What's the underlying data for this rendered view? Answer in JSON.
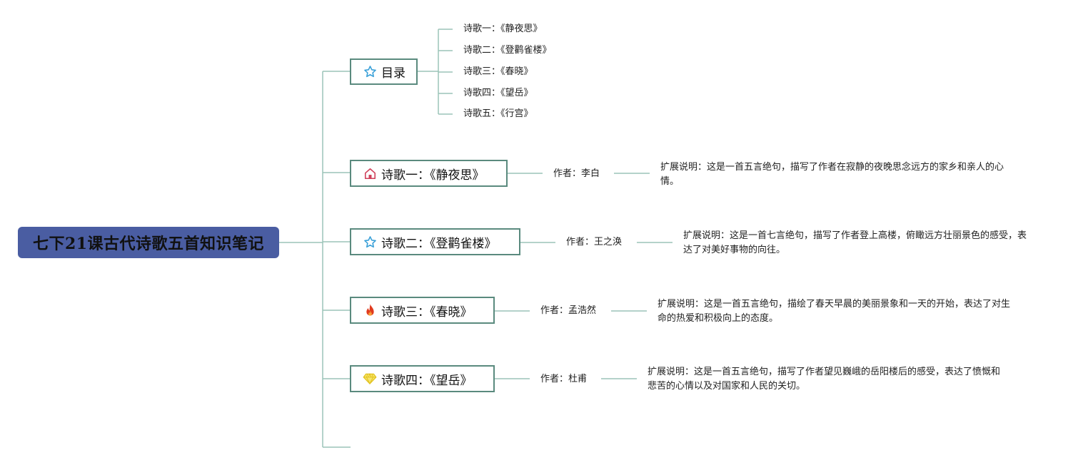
{
  "root": {
    "title": "七下21课古代诗歌五首知识笔记"
  },
  "branches": [
    {
      "label": "目录",
      "icon": "star-icon",
      "items": [
        "诗歌一：《静夜思》",
        "诗歌二：《登鹳雀楼》",
        "诗歌三：《春晓》",
        "诗歌四：《望岳》",
        "诗歌五：《行宫》"
      ]
    },
    {
      "label": "诗歌一：《静夜思》",
      "icon": "house-icon",
      "author": "作者：李白",
      "description": "扩展说明：这是一首五言绝句，描写了作者在寂静的夜晚思念远方的家乡和亲人的心情。"
    },
    {
      "label": "诗歌二：《登鹳雀楼》",
      "icon": "star-icon",
      "author": "作者：王之涣",
      "description": "扩展说明：这是一首七言绝句，描写了作者登上高楼，俯瞰远方壮丽景色的感受，表达了对美好事物的向往。"
    },
    {
      "label": "诗歌三：《春晓》",
      "icon": "fire-icon",
      "author": "作者：孟浩然",
      "description": "扩展说明：这是一首五言绝句，描绘了春天早晨的美丽景象和一天的开始，表达了对生命的热爱和积极向上的态度。"
    },
    {
      "label": "诗歌四：《望岳》",
      "icon": "diamond-icon",
      "author": "作者：杜甫",
      "description": "扩展说明：这是一首五言绝句，描写了作者望见巍峨的岳阳楼后的感受，表达了愤慨和悲苦的心情以及对国家和人民的关切。"
    }
  ],
  "colors": {
    "root_bg": "#4a5da2",
    "node_border": "#5a8a7e",
    "connector": "#9bc4b8",
    "star": "#3aa0d8",
    "house": "#d0405a",
    "fire": "#e03a1e",
    "diamond": "#f2d43a"
  }
}
